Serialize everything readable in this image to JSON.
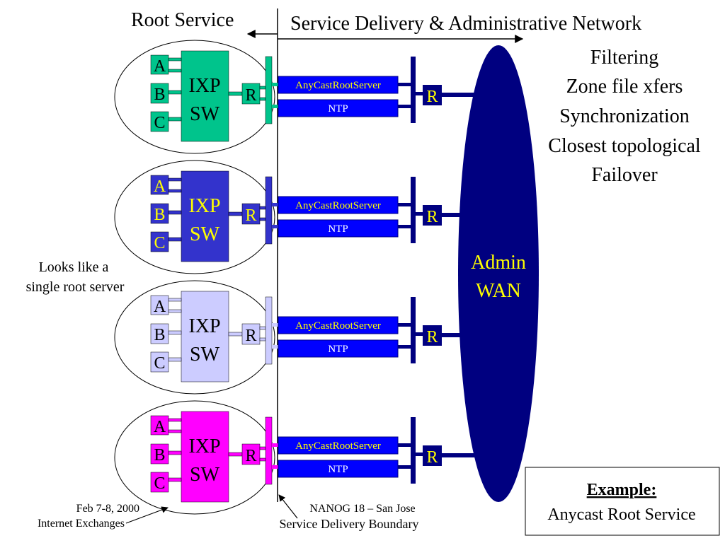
{
  "header": {
    "root_service": "Root Service",
    "sdan": "Service Delivery & Administrative Network"
  },
  "features": [
    "Filtering",
    "Zone file xfers",
    "Synchronization",
    "Closest topological",
    "Failover"
  ],
  "clusters": [
    {
      "color": "#00C48C",
      "text_color": "#000000",
      "port_a": "A",
      "port_b": "B",
      "port_c": "C",
      "switch_line1": "IXP",
      "switch_line2": "SW",
      "router": "R"
    },
    {
      "color": "#3333CC",
      "text_color": "#FFFF00",
      "port_a": "A",
      "port_b": "B",
      "port_c": "C",
      "switch_line1": "IXP",
      "switch_line2": "SW",
      "router": "R"
    },
    {
      "color": "#CCCCFF",
      "text_color": "#000000",
      "port_a": "A",
      "port_b": "B",
      "port_c": "C",
      "switch_line1": "IXP",
      "switch_line2": "SW",
      "router": "R"
    },
    {
      "color": "#FF00FF",
      "text_color": "#000000",
      "port_a": "A",
      "port_b": "B",
      "port_c": "C",
      "switch_line1": "IXP",
      "switch_line2": "SW",
      "router": "R"
    }
  ],
  "services": {
    "anycast": "AnyCastRootServer",
    "ntp": "NTP",
    "service_router": "R"
  },
  "admin_wan": {
    "line1": "Admin",
    "line2": "WAN"
  },
  "labels": {
    "looks_like_1": "Looks like a",
    "looks_like_2": "single root server",
    "date": "Feb 7-8, 2000",
    "internet_exchanges": "Internet Exchanges",
    "nanog": "NANOG 18 – San Jose",
    "boundary": "Service Delivery Boundary"
  },
  "example_box": {
    "title": "Example:",
    "subtitle": "Anycast Root Service"
  },
  "colors": {
    "navy": "#000080",
    "service_blue": "#0000FF",
    "router_yellow": "#FFFF00"
  }
}
